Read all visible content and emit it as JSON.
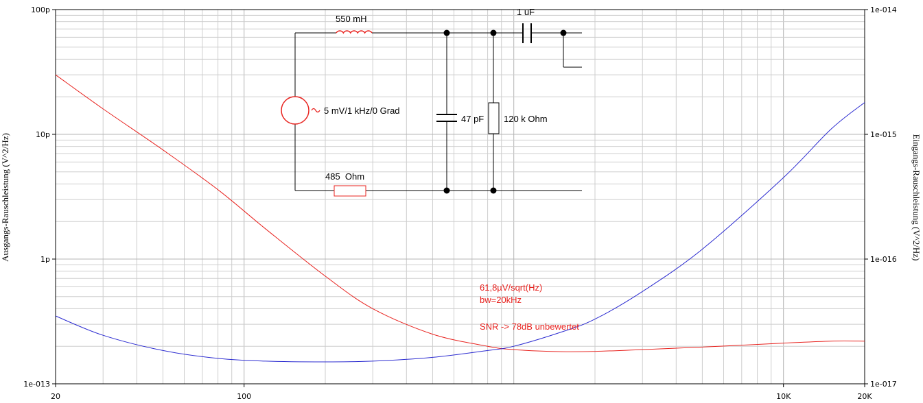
{
  "chart_data": {
    "type": "line",
    "x_scale": "log",
    "xlim": [
      20,
      20000
    ],
    "x_ticks": [
      {
        "value": 20,
        "label": "20"
      },
      {
        "value": 100,
        "label": "100"
      },
      {
        "value": 10000,
        "label": "10K"
      },
      {
        "value": 20000,
        "label": "20K"
      }
    ],
    "y_left": {
      "label": "Ausgangs-Rauschleistung (V^2/Hz)",
      "scale": "log",
      "lim": [
        1e-13,
        1e-10
      ],
      "ticks": [
        {
          "value": 1e-13,
          "label": "1e-013"
        },
        {
          "value": 1e-12,
          "label": "1p"
        },
        {
          "value": 1e-11,
          "label": "10p"
        },
        {
          "value": 1e-10,
          "label": "100p"
        }
      ]
    },
    "y_right": {
      "label": "Eingangs-Rauschleistung (V^2/Hz)",
      "scale": "log",
      "lim": [
        1e-17,
        1e-14
      ],
      "ticks": [
        {
          "value": 1e-17,
          "label": "1e-017"
        },
        {
          "value": 1e-16,
          "label": "1e-016"
        },
        {
          "value": 1e-15,
          "label": "1e-015"
        },
        {
          "value": 1e-14,
          "label": "1e-014"
        }
      ]
    },
    "grid": true,
    "series": [
      {
        "color": "#e8231f",
        "axis": "right",
        "x": [
          20,
          30,
          50,
          80,
          120,
          200,
          300,
          500,
          800,
          1000,
          1500,
          2000,
          3000,
          5000,
          10000,
          15000,
          20000
        ],
        "y": [
          3e-15,
          1.6e-15,
          7.5e-16,
          3.6e-16,
          1.75e-16,
          7.3e-17,
          4e-17,
          2.5e-17,
          2e-17,
          1.88e-17,
          1.81e-17,
          1.82e-17,
          1.88e-17,
          1.97e-17,
          2.12e-17,
          2.2e-17,
          2.2e-17
        ]
      },
      {
        "color": "#2a2ad0",
        "axis": "left",
        "x": [
          20,
          30,
          50,
          80,
          120,
          200,
          300,
          500,
          800,
          1000,
          1500,
          2000,
          3000,
          5000,
          10000,
          15000,
          20000
        ],
        "y": [
          3.5e-13,
          2.45e-13,
          1.85e-13,
          1.6e-13,
          1.52e-13,
          1.5e-13,
          1.52e-13,
          1.63e-13,
          1.85e-13,
          2e-13,
          2.6e-13,
          3.3e-13,
          5.5e-13,
          1.2e-12,
          4.5e-12,
          1.1e-11,
          1.8e-11
        ]
      }
    ],
    "annotations": [
      {
        "text": "61,8µV/sqrt(Hz)",
        "color": "#e8231f"
      },
      {
        "text": "bw=20kHz",
        "color": "#e8231f"
      },
      {
        "text": "SNR -> 78dB unbewertet",
        "color": "#e8231f"
      }
    ]
  },
  "schematic": {
    "inductor": "550 mH",
    "capacitor_series": "1 uF",
    "source": "5 mV/1 kHz/0 Grad",
    "capacitor_shunt": "47 pF",
    "resistor_shunt": "120 k Ohm",
    "resistor_series": "485  Ohm",
    "colors": {
      "source": "#e8231f",
      "inductor": "#e8231f",
      "resistor_series": "#e8231f",
      "wire": "#000000"
    }
  }
}
